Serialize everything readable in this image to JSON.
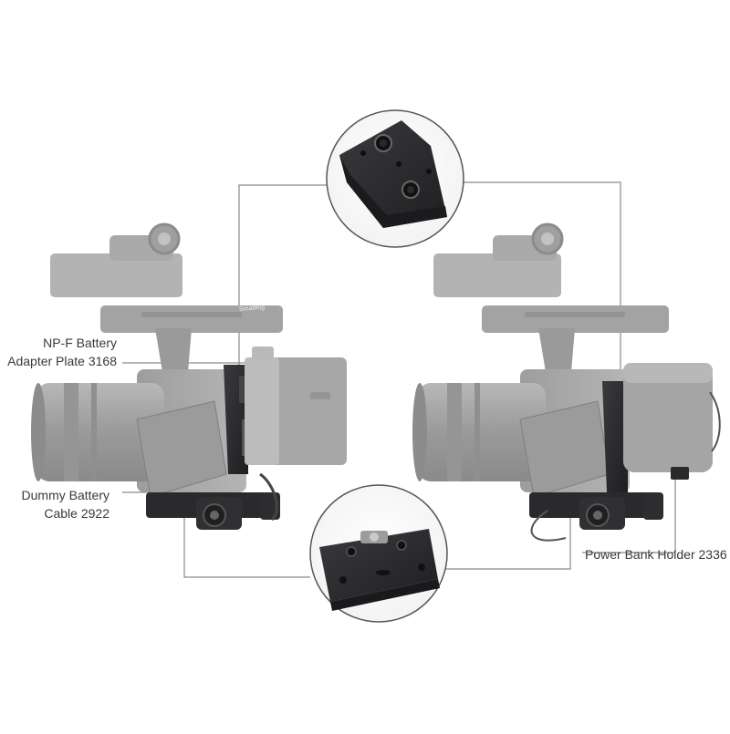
{
  "labels": {
    "npf_battery_line1": "NP-F Battery",
    "npf_battery_line2": "Adapter Plate 3168",
    "dummy_battery_line1": "Dummy Battery",
    "dummy_battery_line2": "Cable 2922",
    "power_bank": "Power Bank Holder 2336"
  },
  "camera_brand_mark": "SmallRig",
  "colors": {
    "camera_body": "#a8a8a8",
    "camera_dark": "#8e8e8e",
    "accessory_black": "#2b2b2e",
    "callout_line": "#8a8a8a",
    "circle_border": "#555555",
    "background": "#ffffff"
  }
}
